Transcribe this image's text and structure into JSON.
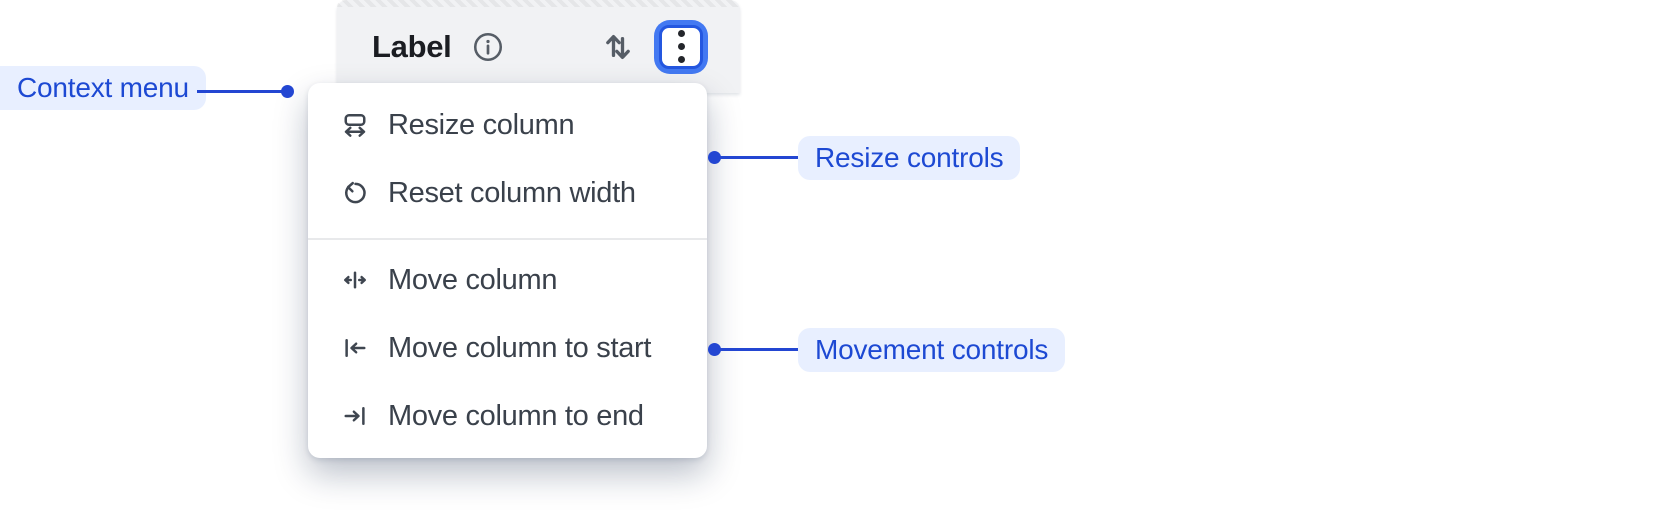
{
  "header": {
    "label": "Label",
    "info_icon": "info-circle-icon",
    "sort_icon": "sort-arrows-icon",
    "more_icon": "kebab-menu-icon"
  },
  "menu": {
    "resize_group": [
      {
        "icon": "resize-column-icon",
        "label": "Resize column"
      },
      {
        "icon": "reset-width-icon",
        "label": "Reset column width"
      }
    ],
    "movement_group": [
      {
        "icon": "move-column-icon",
        "label": "Move column"
      },
      {
        "icon": "move-to-start-icon",
        "label": "Move column to start"
      },
      {
        "icon": "move-to-end-icon",
        "label": "Move column to end"
      }
    ]
  },
  "annotations": [
    {
      "label": "Context menu"
    },
    {
      "label": "Resize controls"
    },
    {
      "label": "Movement controls"
    }
  ],
  "colors": {
    "header_bg": "#f1f2f4",
    "menu_bg": "#ffffff",
    "menu_text": "#3a414b",
    "icon_gray": "#565d66",
    "annotation_text": "#1d49d3",
    "annotation_pill_bg": "#e8efff",
    "connector_blue": "#2346d2",
    "focus_ring_blue": "#4379f2",
    "focus_border_blue": "#2457e0"
  }
}
